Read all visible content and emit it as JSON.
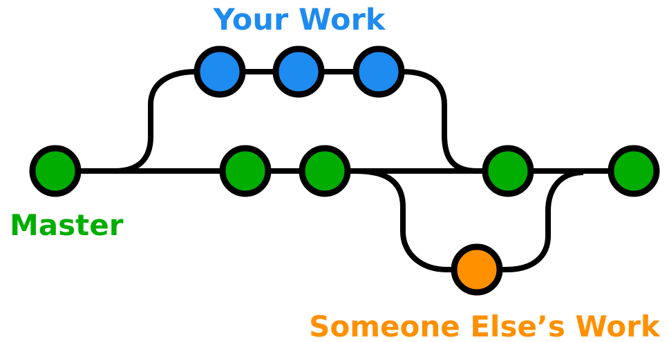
{
  "diagram": {
    "type": "git-branch-diagram",
    "background_color": "#FFFFFF",
    "line_color": "#000000",
    "labels": {
      "your_work": "Your Work",
      "master": "Master",
      "someone_elses_work": "Someone Else’s Work"
    },
    "colors": {
      "your_work": "#1E8BF0",
      "master": "#00AD00",
      "someone_elses_work": "#FF9000"
    },
    "branches": [
      {
        "label": "Master",
        "color": "#00AD00",
        "commit_count": 5
      },
      {
        "label": "Your Work",
        "color": "#1E8BF0",
        "commit_count": 3
      },
      {
        "label": "Someone Else’s Work",
        "color": "#FF9000",
        "commit_count": 1
      }
    ]
  }
}
